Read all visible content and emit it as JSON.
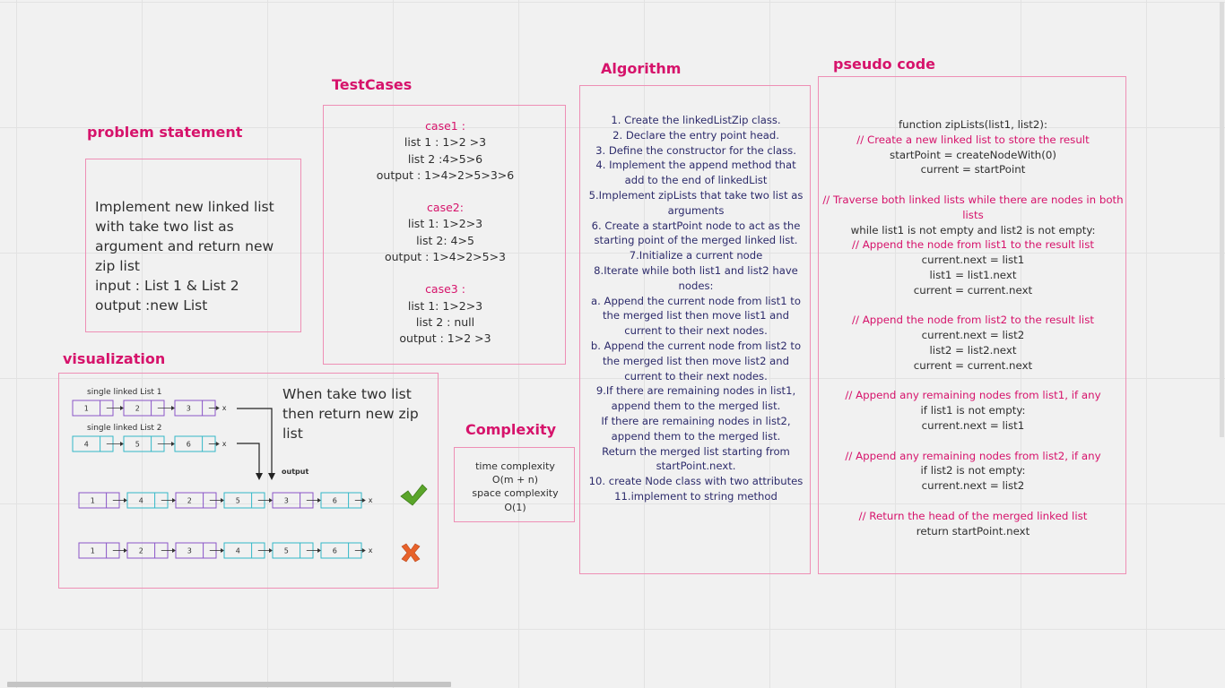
{
  "headings": {
    "problem": "problem statement",
    "testcases": "TestCases",
    "algorithm": "Algorithm",
    "pseudo": "pseudo code",
    "complexity": "Complexity",
    "visualization": "visualization"
  },
  "problem": {
    "lines": [
      "Implement new  linked list with take two list as argument and return new zip list",
      "input : List 1 & List 2",
      "output :new List"
    ]
  },
  "testcases": [
    {
      "title": "case1 :",
      "lines": [
        "list 1 : 1>2 >3",
        "list 2 :4>5>6",
        "output : 1>4>2>5>3>6"
      ]
    },
    {
      "title": "case2:",
      "lines": [
        "list 1: 1>2>3",
        "list 2: 4>5",
        "output : 1>4>2>5>3"
      ]
    },
    {
      "title": "case3 :",
      "lines": [
        "list 1: 1>2>3",
        "list 2 : null",
        "output : 1>2 >3"
      ]
    }
  ],
  "complexity": {
    "lines": [
      "time complexity",
      "O(m + n)",
      "space complexity",
      "O(1)"
    ]
  },
  "algorithm": {
    "lines": [
      "1. Create the linkedListZip class.",
      "2. Declare the entry point head.",
      "3. Define the constructor for the class.",
      "4. Implement the append  method that add to the end of linkedList",
      "5.Implement zipLists that take two list as arguments",
      "6. Create a startPoint node to act as the starting point of the merged linked list.",
      "7.Initialize a current node",
      "8.Iterate while both list1 and list2 have nodes:",
      "a. Append the current node from list1 to the merged list then move list1 and current to their next nodes.",
      "b. Append the current node from list2 to the merged list then move list2 and current to their next nodes.",
      "9.If there are remaining nodes in list1, append them to the merged list.",
      "If there are remaining nodes in list2, append them to the merged list.",
      "Return the merged list starting from startPoint.next.",
      "10. create Node class with two attributes",
      "11.implement to string method"
    ]
  },
  "pseudo": {
    "lines": [
      {
        "text": "function zipLists(list1, list2):",
        "kind": "code"
      },
      {
        "text": "// Create a new linked list to store the result",
        "kind": "comment"
      },
      {
        "text": "startPoint = createNodeWith(0)",
        "kind": "code"
      },
      {
        "text": "current = startPoint",
        "kind": "code"
      },
      {
        "text": "",
        "kind": "gap"
      },
      {
        "text": "// Traverse both linked lists while there are nodes in both lists",
        "kind": "comment"
      },
      {
        "text": "while list1 is not empty and list2 is not empty:",
        "kind": "code"
      },
      {
        "text": "// Append the node from list1 to the result list",
        "kind": "comment"
      },
      {
        "text": "current.next = list1",
        "kind": "code"
      },
      {
        "text": "list1 = list1.next",
        "kind": "code"
      },
      {
        "text": "current = current.next",
        "kind": "code"
      },
      {
        "text": "",
        "kind": "gap"
      },
      {
        "text": "// Append the node from list2 to the result list",
        "kind": "comment"
      },
      {
        "text": "current.next = list2",
        "kind": "code"
      },
      {
        "text": "list2 = list2.next",
        "kind": "code"
      },
      {
        "text": "current = current.next",
        "kind": "code"
      },
      {
        "text": "",
        "kind": "gap"
      },
      {
        "text": "// Append any remaining nodes from list1, if any",
        "kind": "comment"
      },
      {
        "text": "if list1 is not empty:",
        "kind": "code"
      },
      {
        "text": "current.next = list1",
        "kind": "code"
      },
      {
        "text": "",
        "kind": "gap"
      },
      {
        "text": "// Append any remaining nodes from list2, if any",
        "kind": "comment"
      },
      {
        "text": "if list2 is not empty:",
        "kind": "code"
      },
      {
        "text": "current.next = list2",
        "kind": "code"
      },
      {
        "text": "",
        "kind": "gap"
      },
      {
        "text": "// Return the head of the merged linked list",
        "kind": "comment"
      },
      {
        "text": "return startPoint.next",
        "kind": "code"
      }
    ]
  },
  "visualization": {
    "caption": "When take two list then return new zip list",
    "list1_label": "single linked List 1",
    "list2_label": "single linked List 2",
    "output_label": "output",
    "list1": [
      "1",
      "2",
      "3"
    ],
    "list2": [
      "4",
      "5",
      "6"
    ],
    "output_correct": [
      "1",
      "4",
      "2",
      "5",
      "3",
      "6"
    ],
    "output_wrong": [
      "1",
      "2",
      "3",
      "4",
      "5",
      "6"
    ],
    "null_mark": "x",
    "correct_icon": "green-check-icon",
    "wrong_icon": "orange-cross-icon",
    "colors": {
      "purple": "#8a55c8",
      "teal": "#33b8c8",
      "check": "#5aa52a",
      "cross": "#e8622a"
    }
  },
  "colors": {
    "heading": "#d6136b",
    "frame": "#ee8fb5",
    "algorithm_text": "#2d2b6b"
  }
}
